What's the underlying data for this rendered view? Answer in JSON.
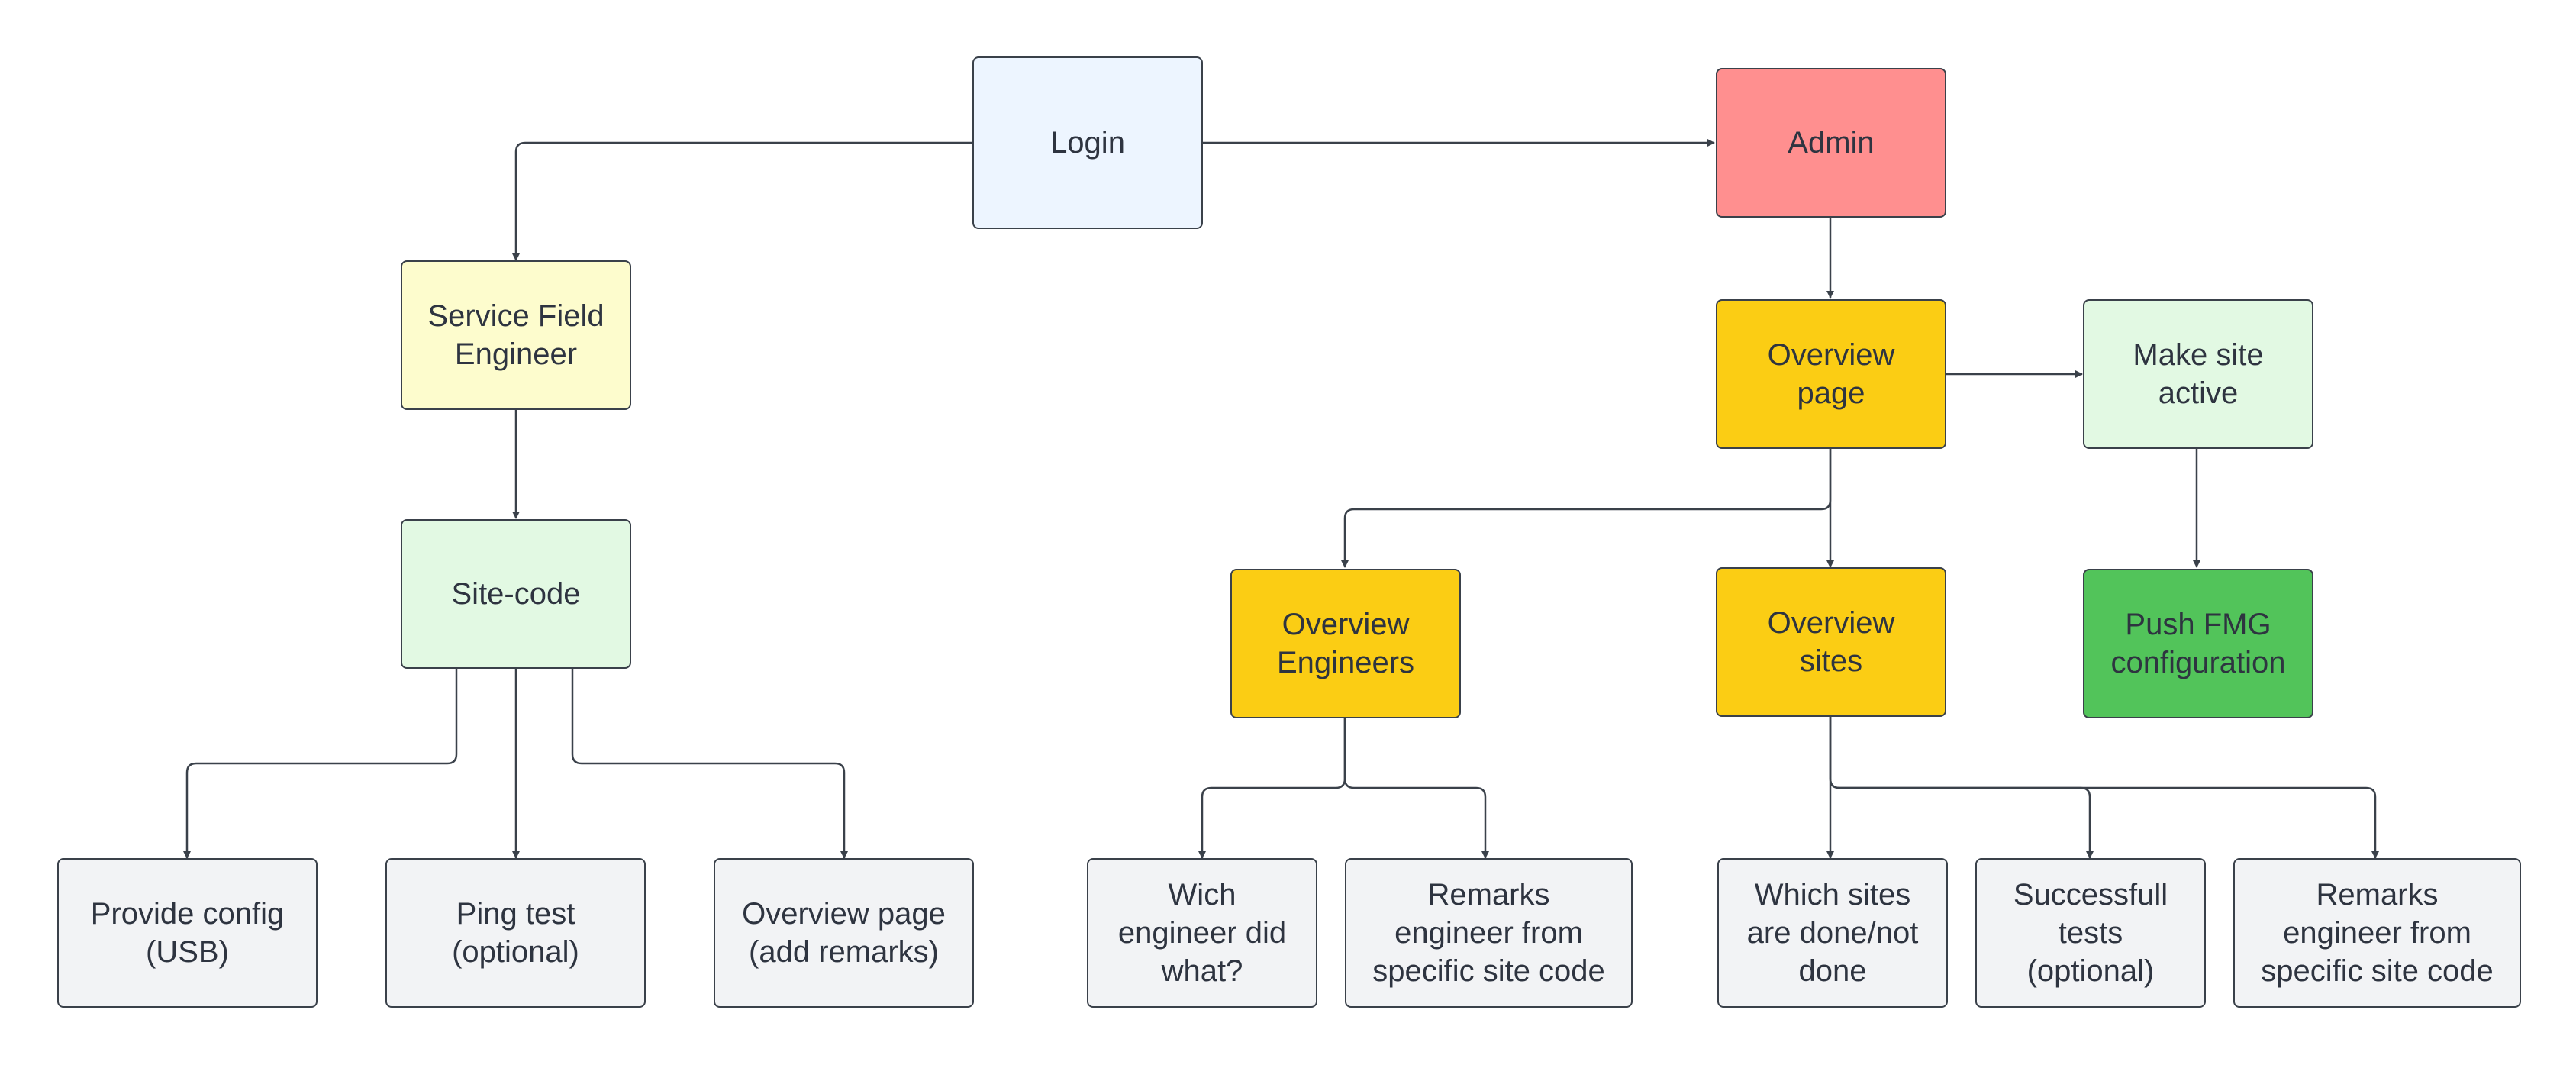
{
  "colors": {
    "login": "#edf5ff",
    "admin": "#ff8f8f",
    "engineer": "#fdfccd",
    "site_code": "#e2f9e3",
    "overview": "#fbcd14",
    "make_active": "#e2f9e3",
    "push_fmg": "#52c45a",
    "leaf": "#f2f3f5",
    "stroke": "#3a414a",
    "text": "#2e3440"
  },
  "nodes": {
    "login": "Login",
    "admin": "Admin",
    "service_field_engineer": "Service Field\nEngineer",
    "site_code": "Site-code",
    "provide_config": "Provide config\n(USB)",
    "ping_test": "Ping test\n(optional)",
    "overview_page_remarks": "Overview page\n(add remarks)",
    "overview_page": "Overview\npage",
    "make_site_active": "Make site\nactive",
    "push_fmg": "Push FMG\nconfiguration",
    "overview_engineers": "Overview\nEngineers",
    "overview_sites": "Overview\nsites",
    "wich_engineer": "Wich\nengineer did\nwhat?",
    "remarks_engineer_1": "Remarks\nengineer from\nspecific site code",
    "which_sites": "Which sites\nare done/not\ndone",
    "successfull_tests": "Successfull\ntests\n(optional)",
    "remarks_engineer_2": "Remarks\nengineer from\nspecific site code"
  },
  "edges": [
    {
      "from": "Login",
      "to": "Admin"
    },
    {
      "from": "Login",
      "to": "Service Field Engineer"
    },
    {
      "from": "Service Field Engineer",
      "to": "Site-code"
    },
    {
      "from": "Site-code",
      "to": "Provide config (USB)"
    },
    {
      "from": "Site-code",
      "to": "Ping test (optional)"
    },
    {
      "from": "Site-code",
      "to": "Overview page (add remarks)"
    },
    {
      "from": "Admin",
      "to": "Overview page"
    },
    {
      "from": "Overview page",
      "to": "Make site active"
    },
    {
      "from": "Make site active",
      "to": "Push FMG configuration"
    },
    {
      "from": "Overview page",
      "to": "Overview Engineers"
    },
    {
      "from": "Overview page",
      "to": "Overview sites"
    },
    {
      "from": "Overview Engineers",
      "to": "Wich engineer did what?"
    },
    {
      "from": "Overview Engineers",
      "to": "Remarks engineer from specific site code"
    },
    {
      "from": "Overview sites",
      "to": "Which sites are done/not done"
    },
    {
      "from": "Overview sites",
      "to": "Successfull tests (optional)"
    },
    {
      "from": "Overview sites",
      "to": "Remarks engineer from specific site code"
    }
  ]
}
